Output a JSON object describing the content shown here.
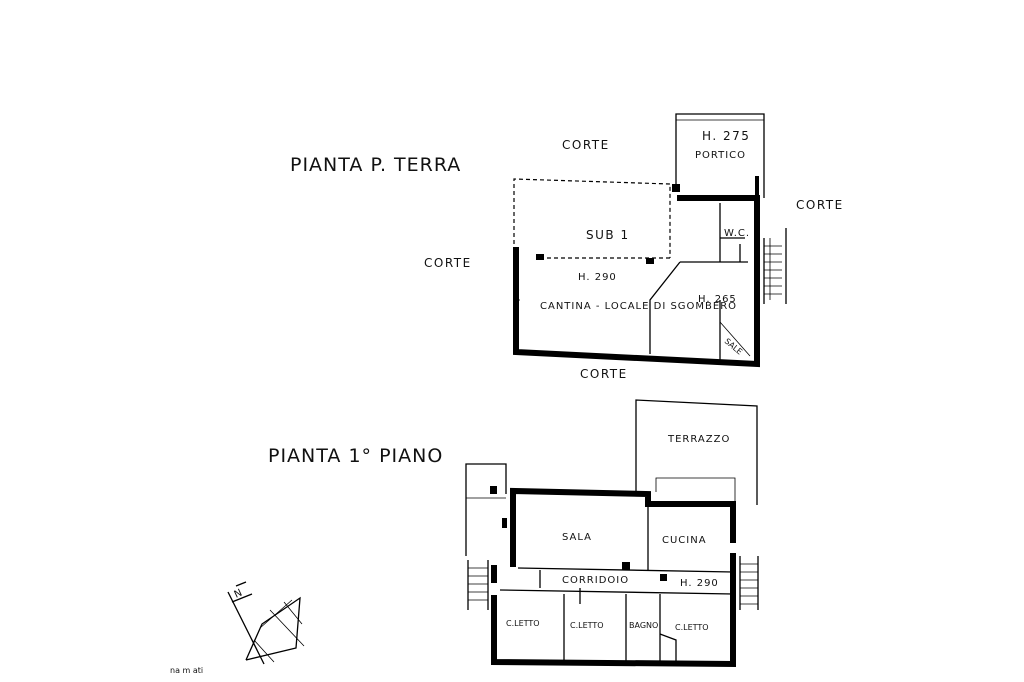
{
  "ground_floor": {
    "title": "PIANTA P. TERRA",
    "courtyard_top": "CORTE",
    "courtyard_right": "CORTE",
    "courtyard_left": "CORTE",
    "courtyard_bottom": "CORTE",
    "porch_height": "H. 275",
    "porch_label": "PORTICO",
    "sub_label": "SUB 1",
    "wc_label": "W.C.",
    "height_main": "H. 290",
    "height_store": "H. 265",
    "room_label": "CANTINA - LOCALE DI SGOMBERO",
    "stair_label": "SALE"
  },
  "first_floor": {
    "title": "PIANTA 1° PIANO",
    "terrace_label": "TERRAZZO",
    "living_label": "SALA",
    "kitchen_label": "CUCINA",
    "corridor_label": "CORRIDOIO",
    "height_label": "H. 290",
    "bedroom_1": "C.LETTO",
    "bedroom_2": "C.LETTO",
    "bathroom": "BAGNO",
    "bedroom_3": "C.LETTO"
  },
  "north_symbol": "N",
  "scale_note": "na m ati"
}
